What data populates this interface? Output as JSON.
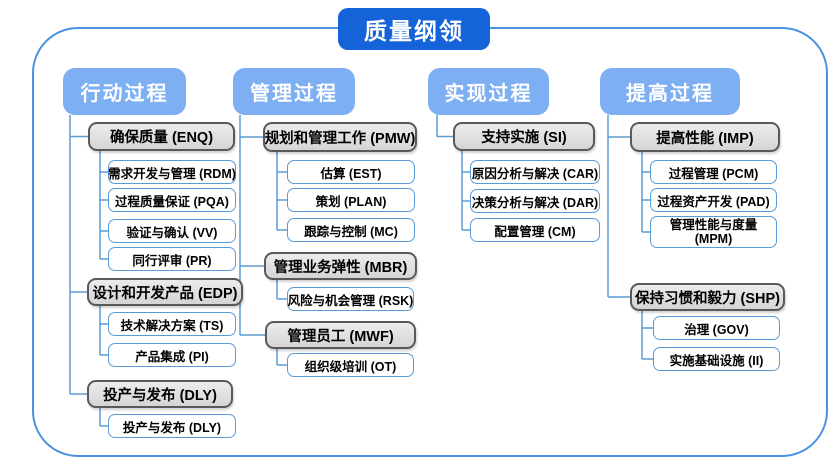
{
  "title": "质量纲领",
  "colors": {
    "title_bg": "#1463D8",
    "header_bg": "#7EAFF2",
    "connector": "#5B9BD5",
    "outer_border": "#4B91E2",
    "gray_node_border": "#595959",
    "gray_node_fill": "#D9D9D9",
    "white_node_border": "#5B9BD5"
  },
  "columns": [
    {
      "header": "行动过程",
      "groups": [
        {
          "label": "确保质量 (ENQ)",
          "children": [
            "需求开发与管理 (RDM)",
            "过程质量保证 (PQA)",
            "验证与确认 (VV)",
            "同行评审 (PR)"
          ]
        },
        {
          "label": "设计和开发产品 (EDP)",
          "children": [
            "技术解决方案 (TS)",
            "产品集成 (PI)"
          ]
        },
        {
          "label": "投产与发布 (DLY)",
          "children": [
            "投产与发布 (DLY)"
          ]
        }
      ]
    },
    {
      "header": "管理过程",
      "groups": [
        {
          "label": "规划和管理工作 (PMW)",
          "children": [
            "估算 (EST)",
            "策划 (PLAN)",
            "跟踪与控制 (MC)"
          ]
        },
        {
          "label": "管理业务弹性 (MBR)",
          "children": [
            "风险与机会管理 (RSK)"
          ]
        },
        {
          "label": "管理员工 (MWF)",
          "children": [
            "组织级培训 (OT)"
          ]
        }
      ]
    },
    {
      "header": "实现过程",
      "groups": [
        {
          "label": "支持实施 (SI)",
          "children": [
            "原因分析与解决 (CAR)",
            "决策分析与解决 (DAR)",
            "配置管理 (CM)"
          ]
        }
      ]
    },
    {
      "header": "提高过程",
      "groups": [
        {
          "label": "提高性能 (IMP)",
          "children": [
            "过程管理 (PCM)",
            "过程资产开发 (PAD)",
            "管理性能与度量 (MPM)"
          ]
        },
        {
          "label": "保持习惯和毅力 (SHP)",
          "children": [
            "治理 (GOV)",
            "实施基础设施 (II)"
          ]
        }
      ]
    }
  ]
}
